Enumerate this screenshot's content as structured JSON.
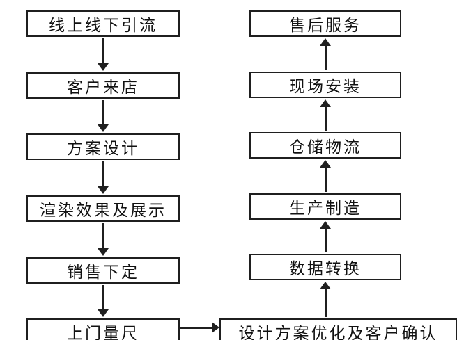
{
  "diagram": {
    "type": "flowchart",
    "left_flow": [
      {
        "label": "线上线下引流"
      },
      {
        "label": "客户来店"
      },
      {
        "label": "方案设计"
      },
      {
        "label": "渲染效果及展示"
      },
      {
        "label": "销售下定"
      },
      {
        "label": "上门量尺"
      }
    ],
    "right_flow": [
      {
        "label": "售后服务"
      },
      {
        "label": "现场安装"
      },
      {
        "label": "仓储物流"
      },
      {
        "label": "生产制造"
      },
      {
        "label": "数据转换"
      },
      {
        "label": "设计方案优化及客户确认"
      }
    ],
    "flow_description": "left column flows top-to-bottom, horizontal arrow to right column bottom, right column flows bottom-to-top",
    "colors": {
      "background": "#ffffff",
      "box_border": "#1f1f1f",
      "text": "#111111",
      "arrow": "#1f1f1f"
    }
  }
}
